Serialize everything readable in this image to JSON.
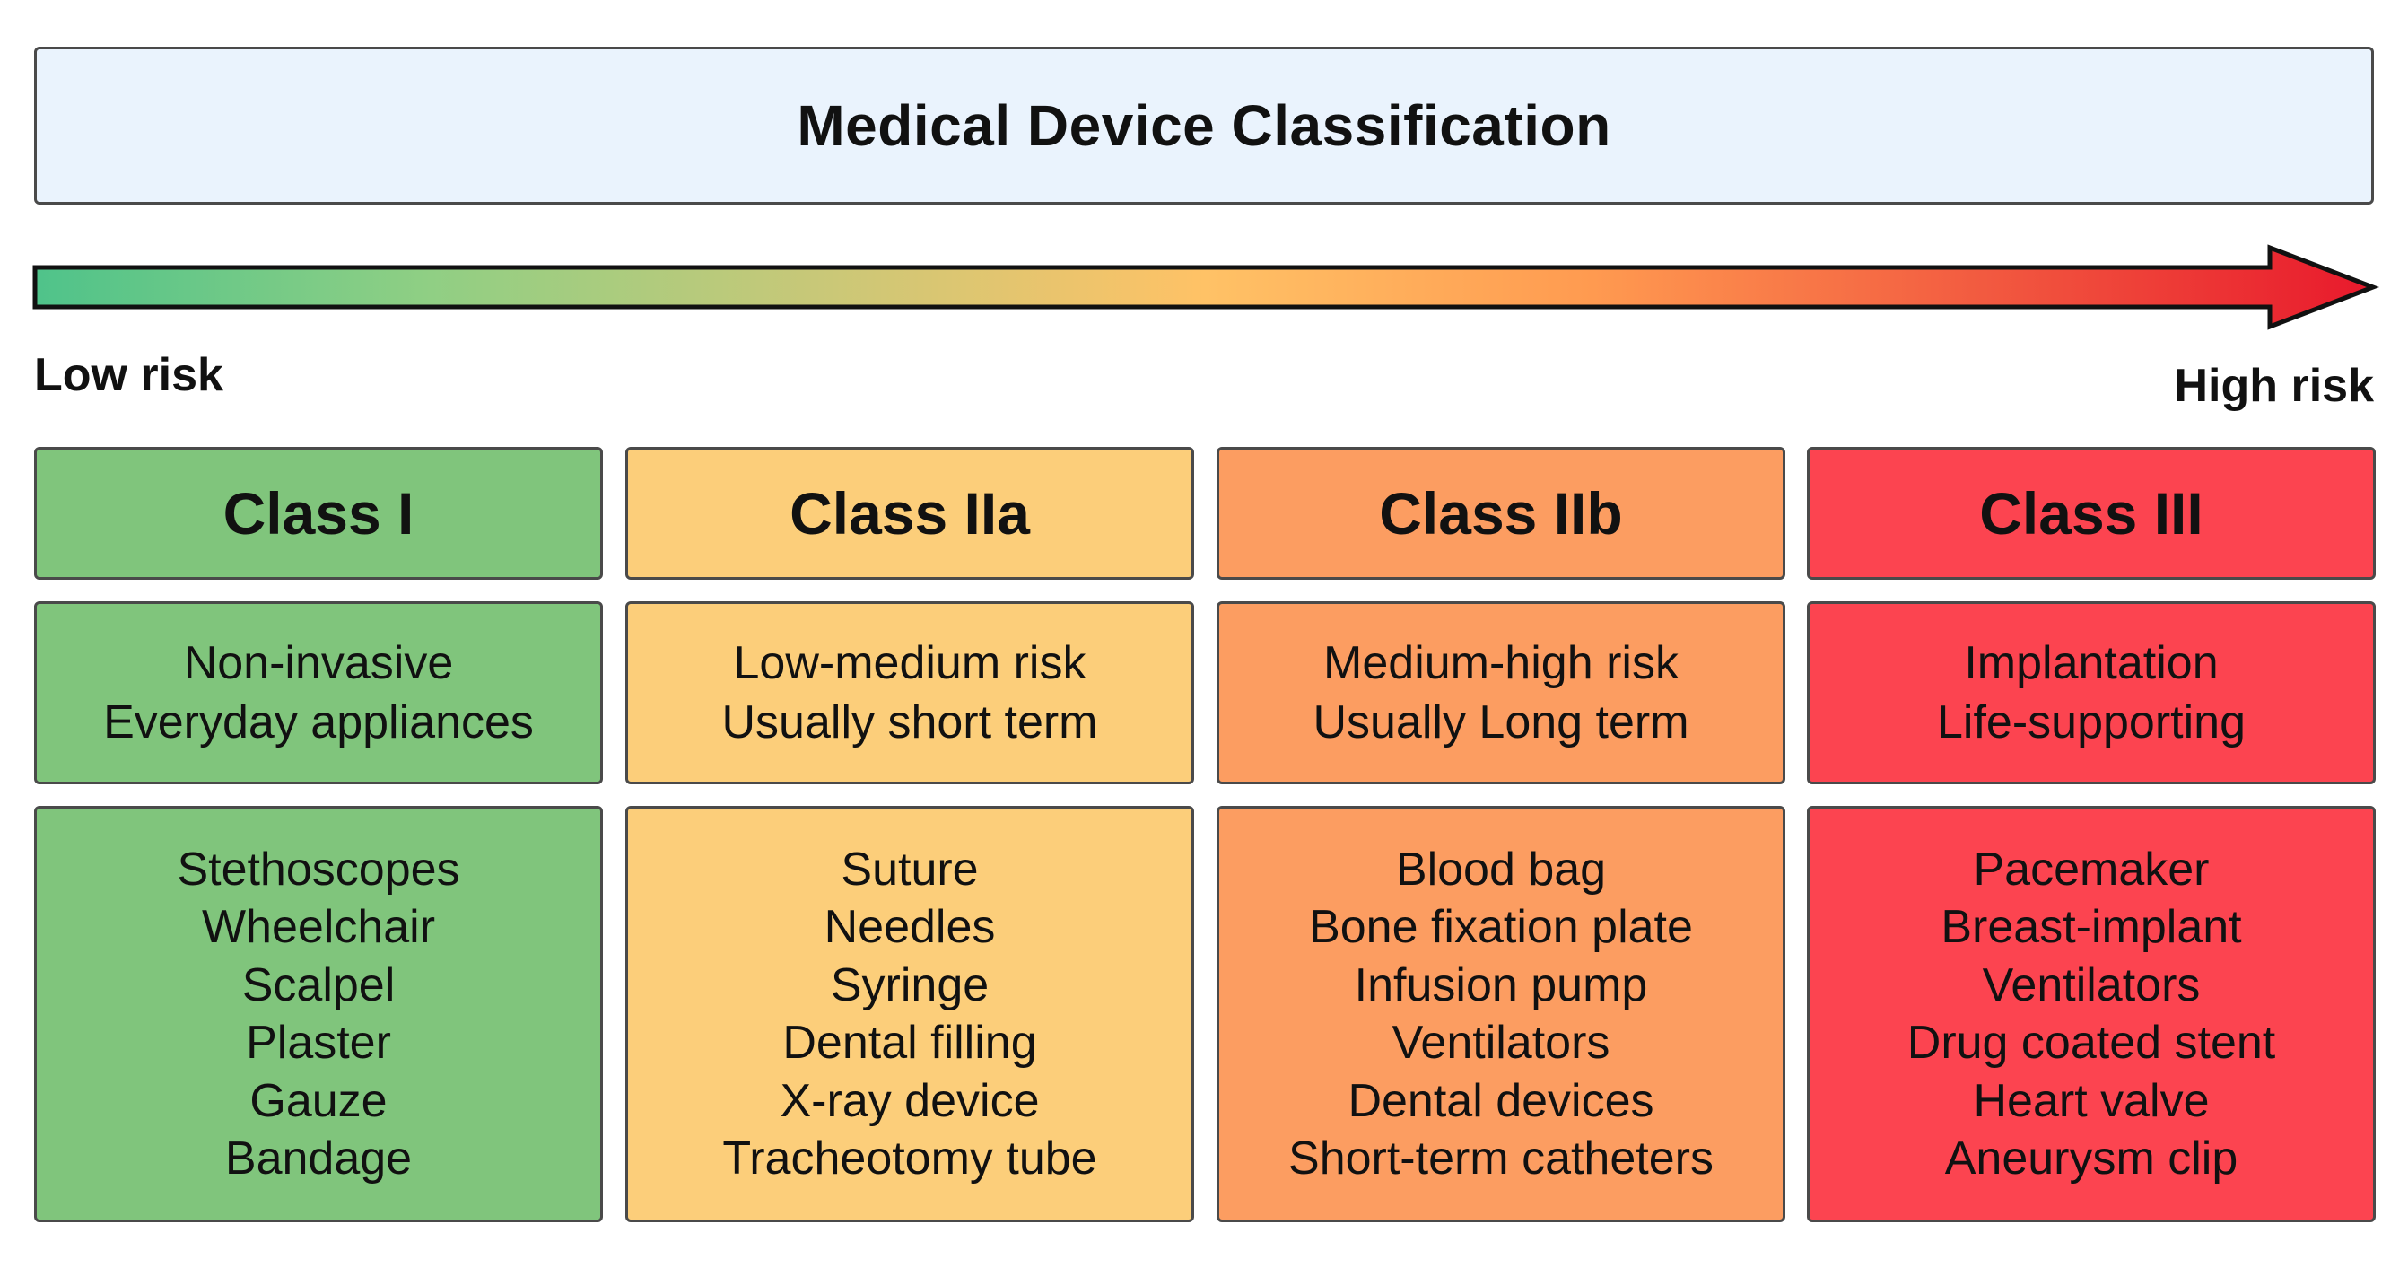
{
  "title": "Medical Device Classification",
  "risk_scale": {
    "low_label": "Low risk",
    "high_label": "High risk",
    "gradient_colors": [
      "#4fc38a",
      "#8fcf84",
      "#c8c878",
      "#ffc266",
      "#ff9a50",
      "#f25a40",
      "#e8192c"
    ]
  },
  "classes": [
    {
      "name": "Class I",
      "color": "#80c57c",
      "description": [
        "Non-invasive",
        "Everyday appliances"
      ],
      "examples": [
        "Stethoscopes",
        "Wheelchair",
        "Scalpel",
        "Plaster",
        "Gauze",
        "Bandage"
      ]
    },
    {
      "name": "Class IIa",
      "color": "#fcce7a",
      "description": [
        "Low-medium risk",
        "Usually short term"
      ],
      "examples": [
        "Suture",
        "Needles",
        "Syringe",
        "Dental filling",
        "X-ray device",
        "Tracheotomy tube"
      ]
    },
    {
      "name": "Class IIb",
      "color": "#fc9d61",
      "description": [
        "Medium-high risk",
        "Usually Long term"
      ],
      "examples": [
        "Blood bag",
        "Bone fixation plate",
        "Infusion pump",
        "Ventilators",
        "Dental devices",
        "Short-term catheters"
      ]
    },
    {
      "name": "Class III",
      "color": "#fc4450",
      "description": [
        "Implantation",
        "Life-supporting"
      ],
      "examples": [
        "Pacemaker",
        "Breast-implant",
        "Ventilators",
        "Drug coated stent",
        "Heart valve",
        "Aneurysm clip"
      ]
    }
  ]
}
